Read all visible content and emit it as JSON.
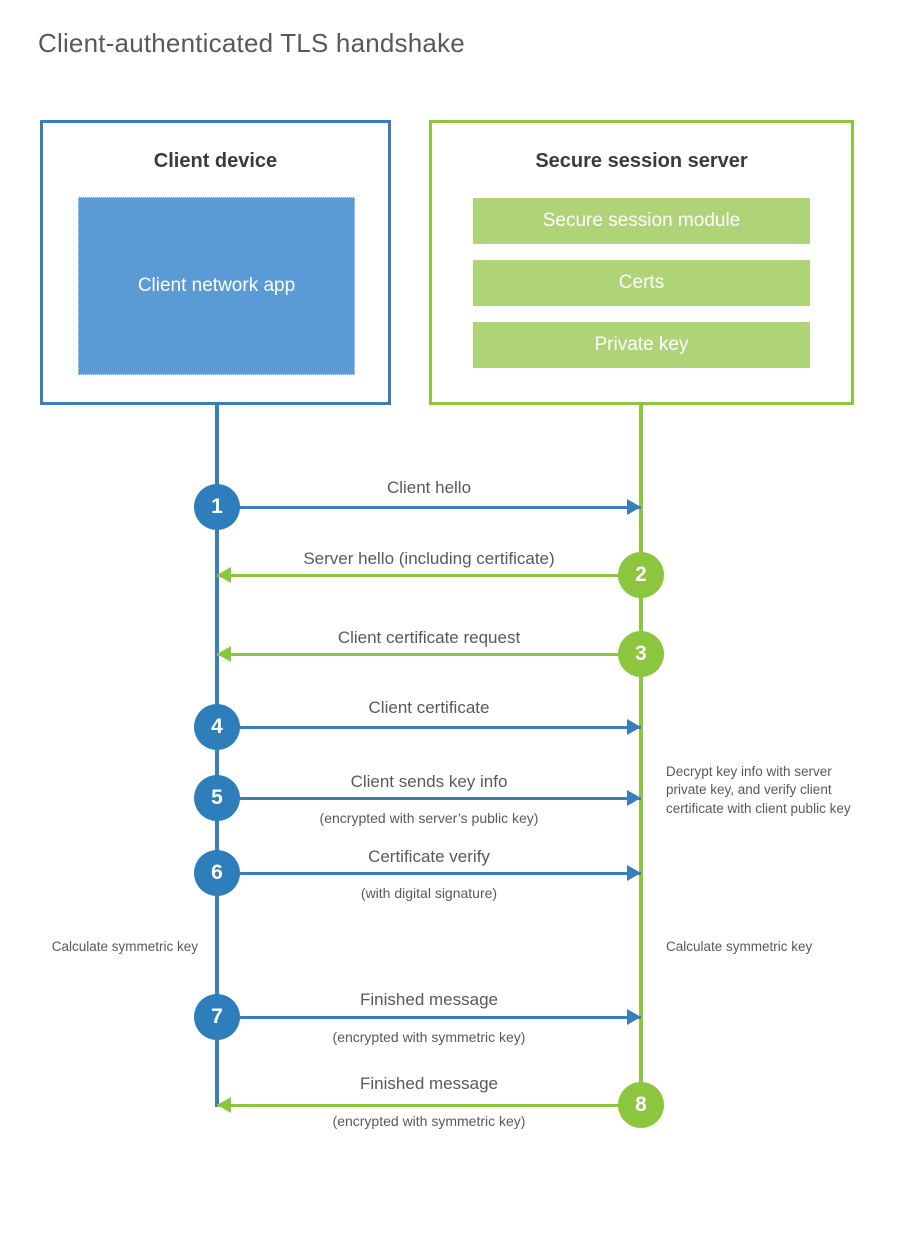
{
  "page": {
    "title": "Client-authenticated TLS handshake"
  },
  "colors": {
    "client_blue": "#3a7dbd",
    "client_circle_blue": "#2e7ebb",
    "client_app_fill": "#5b9bd5",
    "server_green": "#8cc63f",
    "server_bar_fill": "#aed477",
    "text_gray": "#58595b",
    "heading_gray": "#3b3b3d",
    "background": "#ffffff"
  },
  "entities": {
    "client": {
      "title": "Client device",
      "app_label": "Client network app"
    },
    "server": {
      "title": "Secure session server",
      "components": [
        "Secure session module",
        "Certs",
        "Private key"
      ]
    }
  },
  "messages": [
    {
      "step": "1",
      "label": "Client hello",
      "sublabel": "",
      "direction": "client-to-server",
      "origin": "client"
    },
    {
      "step": "2",
      "label": "Server hello (including certificate)",
      "sublabel": "",
      "direction": "server-to-client",
      "origin": "server"
    },
    {
      "step": "3",
      "label": "Client certificate request",
      "sublabel": "",
      "direction": "server-to-client",
      "origin": "server"
    },
    {
      "step": "4",
      "label": "Client certificate",
      "sublabel": "",
      "direction": "client-to-server",
      "origin": "client"
    },
    {
      "step": "5",
      "label": "Client sends key info",
      "sublabel": "(encrypted with server’s public key)",
      "direction": "client-to-server",
      "origin": "client"
    },
    {
      "step": "6",
      "label": "Certificate verify",
      "sublabel": "(with digital signature)",
      "direction": "client-to-server",
      "origin": "client"
    },
    {
      "step": "7",
      "label": "Finished message",
      "sublabel": "(encrypted with symmetric key)",
      "direction": "client-to-server",
      "origin": "client"
    },
    {
      "step": "8",
      "label": "Finished message",
      "sublabel": "(encrypted with symmetric key)",
      "direction": "server-to-client",
      "origin": "server"
    }
  ],
  "annotations": {
    "server_decrypt_note": "Decrypt key info with server private key, and verify client certificate with client public key",
    "client_calculate_note": "Calculate symmetric key",
    "server_calculate_note": "Calculate symmetric key"
  },
  "chart_data": {
    "type": "diagram",
    "diagram_kind": "sequence",
    "title": "Client-authenticated TLS handshake",
    "participants": [
      "Client device",
      "Secure session server"
    ],
    "steps": [
      {
        "n": 1,
        "from": "Client device",
        "to": "Secure session server",
        "text": "Client hello"
      },
      {
        "n": 2,
        "from": "Secure session server",
        "to": "Client device",
        "text": "Server hello (including certificate)"
      },
      {
        "n": 3,
        "from": "Secure session server",
        "to": "Client device",
        "text": "Client certificate request"
      },
      {
        "n": 4,
        "from": "Client device",
        "to": "Secure session server",
        "text": "Client certificate"
      },
      {
        "n": 5,
        "from": "Client device",
        "to": "Secure session server",
        "text": "Client sends key info",
        "note": "(encrypted with server’s public key)"
      },
      {
        "n": 6,
        "from": "Client device",
        "to": "Secure session server",
        "text": "Certificate verify",
        "note": "(with digital signature)"
      },
      {
        "n": 7,
        "from": "Client device",
        "to": "Secure session server",
        "text": "Finished message",
        "note": "(encrypted with symmetric key)"
      },
      {
        "n": 8,
        "from": "Secure session server",
        "to": "Client device",
        "text": "Finished message",
        "note": "(encrypted with symmetric key)"
      }
    ]
  }
}
